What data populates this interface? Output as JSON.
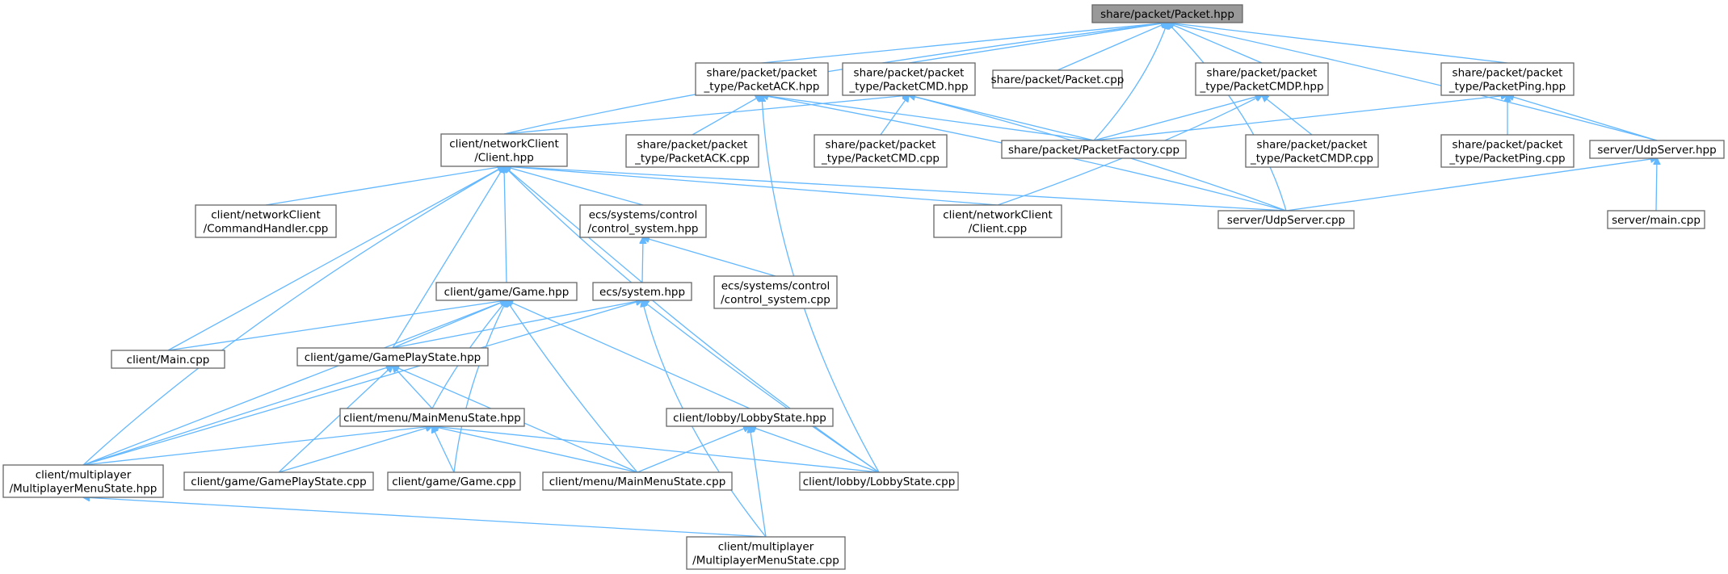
{
  "nodes": [
    {
      "id": "n0",
      "lines": [
        "share/packet/Packet.hpp"
      ],
      "root": true
    },
    {
      "id": "n1",
      "lines": [
        "share/packet/packet",
        "_type/PacketACK.hpp"
      ]
    },
    {
      "id": "n2",
      "lines": [
        "share/packet/packet",
        "_type/PacketCMD.hpp"
      ]
    },
    {
      "id": "n3",
      "lines": [
        "share/packet/Packet.cpp"
      ]
    },
    {
      "id": "n4",
      "lines": [
        "share/packet/packet",
        "_type/PacketCMDP.hpp"
      ]
    },
    {
      "id": "n5",
      "lines": [
        "share/packet/packet",
        "_type/PacketPing.hpp"
      ]
    },
    {
      "id": "n6",
      "lines": [
        "client/networkClient",
        "/Client.hpp"
      ]
    },
    {
      "id": "n7",
      "lines": [
        "share/packet/packet",
        "_type/PacketACK.cpp"
      ]
    },
    {
      "id": "n8",
      "lines": [
        "share/packet/packet",
        "_type/PacketCMD.cpp"
      ]
    },
    {
      "id": "n9",
      "lines": [
        "share/packet/PacketFactory.cpp"
      ]
    },
    {
      "id": "n10",
      "lines": [
        "share/packet/packet",
        "_type/PacketCMDP.cpp"
      ]
    },
    {
      "id": "n11",
      "lines": [
        "share/packet/packet",
        "_type/PacketPing.cpp"
      ]
    },
    {
      "id": "n12",
      "lines": [
        "server/UdpServer.hpp"
      ]
    },
    {
      "id": "n13",
      "lines": [
        "client/networkClient",
        "/CommandHandler.cpp"
      ]
    },
    {
      "id": "n14",
      "lines": [
        "ecs/systems/control",
        "/control_system.hpp"
      ]
    },
    {
      "id": "n15",
      "lines": [
        "client/networkClient",
        "/Client.cpp"
      ]
    },
    {
      "id": "n16",
      "lines": [
        "server/UdpServer.cpp"
      ]
    },
    {
      "id": "n17",
      "lines": [
        "server/main.cpp"
      ]
    },
    {
      "id": "n18",
      "lines": [
        "client/game/Game.hpp"
      ]
    },
    {
      "id": "n19",
      "lines": [
        "ecs/system.hpp"
      ]
    },
    {
      "id": "n20",
      "lines": [
        "ecs/systems/control",
        "/control_system.cpp"
      ]
    },
    {
      "id": "n21",
      "lines": [
        "client/Main.cpp"
      ]
    },
    {
      "id": "n22",
      "lines": [
        "client/game/GamePlayState.hpp"
      ]
    },
    {
      "id": "n23",
      "lines": [
        "client/menu/MainMenuState.hpp"
      ]
    },
    {
      "id": "n24",
      "lines": [
        "client/lobby/LobbyState.hpp"
      ]
    },
    {
      "id": "n25",
      "lines": [
        "client/multiplayer",
        "/MultiplayerMenuState.hpp"
      ]
    },
    {
      "id": "n26",
      "lines": [
        "client/game/GamePlayState.cpp"
      ]
    },
    {
      "id": "n27",
      "lines": [
        "client/game/Game.cpp"
      ]
    },
    {
      "id": "n28",
      "lines": [
        "client/menu/MainMenuState.cpp"
      ]
    },
    {
      "id": "n29",
      "lines": [
        "client/lobby/LobbyState.cpp"
      ]
    },
    {
      "id": "n30",
      "lines": [
        "client/multiplayer",
        "/MultiplayerMenuState.cpp"
      ]
    }
  ]
}
